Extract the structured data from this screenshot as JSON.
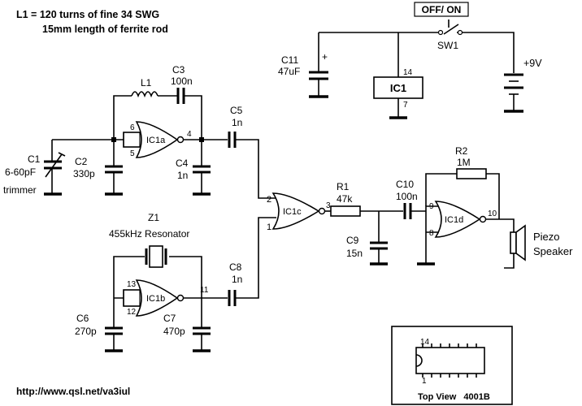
{
  "header": {
    "line1": "L1 = 120 turns of fine 34 SWG",
    "line2": "15mm length of ferrite rod"
  },
  "footer": {
    "url": "http://www.qsl.net/va3iul"
  },
  "power": {
    "switch_box": "OFF/ ON",
    "switch_label": "SW1",
    "supply_label": "+9V",
    "c11_name": "C11",
    "c11_value": "47uF",
    "c11_plus": "+",
    "ic1_label": "IC1",
    "ic1_pin_vdd": "14",
    "ic1_pin_gnd": "7"
  },
  "components": {
    "l1": {
      "name": "L1"
    },
    "c3": {
      "name": "C3",
      "value": "100n"
    },
    "c1": {
      "name": "C1",
      "value": "6-60pF",
      "note": "trimmer"
    },
    "c2": {
      "name": "C2",
      "value": "330p"
    },
    "c4": {
      "name": "C4",
      "value": "1n"
    },
    "c5": {
      "name": "C5",
      "value": "1n"
    },
    "z1": {
      "name": "Z1",
      "value": "455kHz Resonator"
    },
    "c8": {
      "name": "C8",
      "value": "1n"
    },
    "c6": {
      "name": "C6",
      "value": "270p"
    },
    "c7": {
      "name": "C7",
      "value": "470p"
    },
    "r1": {
      "name": "R1",
      "value": "47k"
    },
    "c9": {
      "name": "C9",
      "value": "15n"
    },
    "c10": {
      "name": "C10",
      "value": "100n"
    },
    "r2": {
      "name": "R2",
      "value": "1M"
    },
    "speaker": {
      "line1": "Piezo",
      "line2": "Speaker"
    }
  },
  "gates": {
    "ic1a": {
      "label": "IC1a",
      "pin_in1": "6",
      "pin_in2": "5",
      "pin_out": "4"
    },
    "ic1b": {
      "label": "IC1b",
      "pin_in1": "13",
      "pin_in2": "12",
      "pin_out": "11"
    },
    "ic1c": {
      "label": "IC1c",
      "pin_in1": "2",
      "pin_in2": "1",
      "pin_out": "3"
    },
    "ic1d": {
      "label": "IC1d",
      "pin_in1": "9",
      "pin_in2": "8",
      "pin_out": "10"
    }
  },
  "package": {
    "pin_top": "14",
    "pin_bottom": "1",
    "caption": "Top View   4001B"
  }
}
